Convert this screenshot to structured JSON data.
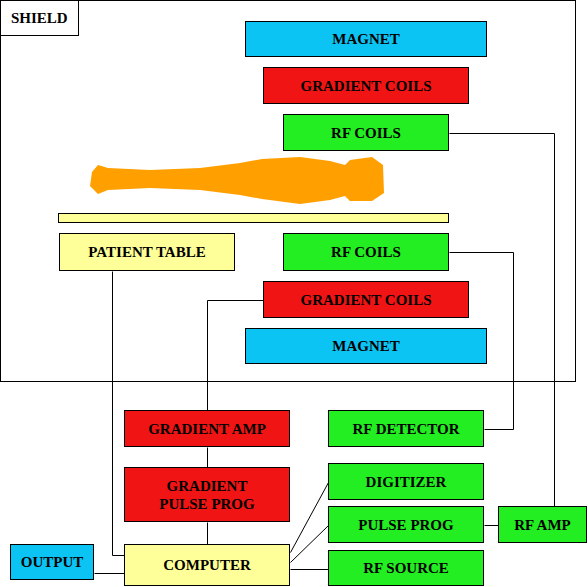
{
  "diagram": {
    "nodes": [
      {
        "text": [
          "SHIELD"
        ]
      },
      {
        "text": [
          "MAGNET"
        ],
        "in": 0
      },
      {
        "text": [
          "GRADIENT COILS"
        ],
        "in": 0
      },
      {
        "text": [
          "RF COILS"
        ],
        "in": 0
      },
      {
        "text": [
          "PATIENT TABLE"
        ],
        "in": 0
      },
      {
        "text": [
          "RF COILS"
        ],
        "in": 0
      },
      {
        "text": [
          "GRADIENT COILS"
        ],
        "in": 0
      },
      {
        "text": [
          "MAGNET"
        ],
        "in": 0
      },
      {
        "text": [
          "GRADIENT AMP"
        ]
      },
      {
        "text": [
          "RF DETECTOR"
        ]
      },
      {
        "text": [
          "GRADIENT PULSE PROG"
        ]
      },
      {
        "text": [
          "DIGITIZER"
        ]
      },
      {
        "text": [
          "PULSE PROG"
        ]
      },
      {
        "text": [
          "RF AMP"
        ]
      },
      {
        "text": [
          "OUTPUT"
        ]
      },
      {
        "text": [
          "COMPUTER"
        ]
      },
      {
        "text": [
          "RF SOURCE"
        ]
      }
    ],
    "edges": [
      {
        "from": 13,
        "to": 3,
        "arrow": "none"
      },
      {
        "from": 5,
        "to": 9,
        "arrow": "none"
      },
      {
        "from": 8,
        "to": 6,
        "arrow": "none"
      },
      {
        "from": 8,
        "to": 10,
        "arrow": "none"
      },
      {
        "from": 10,
        "to": 15,
        "arrow": "none"
      },
      {
        "from": 4,
        "to": 15,
        "arrow": "none"
      },
      {
        "from": 14,
        "to": 15,
        "arrow": "none"
      },
      {
        "from": 15,
        "to": 11,
        "arrow": "none"
      },
      {
        "from": 15,
        "to": 12,
        "arrow": "none"
      },
      {
        "from": 15,
        "to": 16,
        "arrow": "none"
      },
      {
        "from": 12,
        "to": 13,
        "arrow": "none"
      }
    ]
  }
}
